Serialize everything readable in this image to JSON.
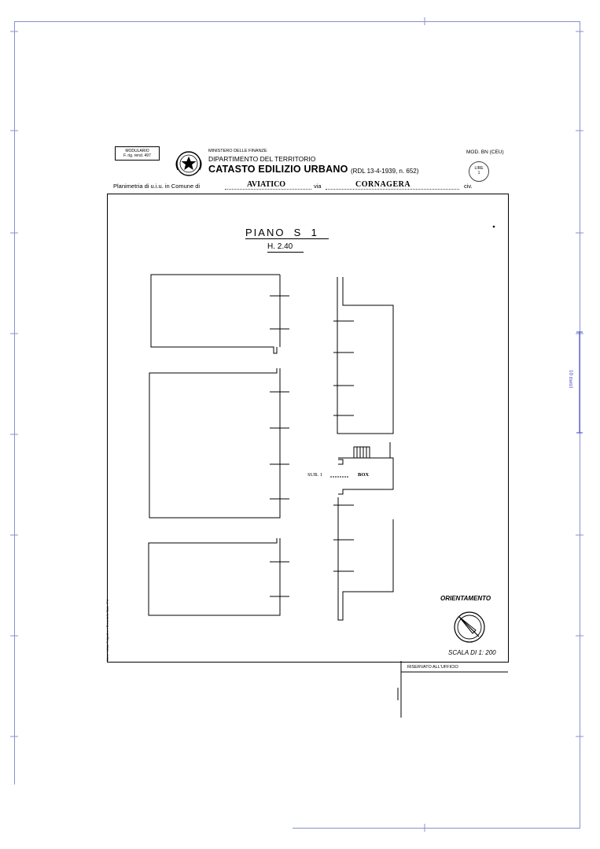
{
  "header": {
    "modulario_line1": "MODULARIO",
    "modulario_line2": "F. rig. rend. 497",
    "ministry": "MINISTERO DELLE FINANZE",
    "department": "DIPARTIMENTO DEL TERRITORIO",
    "catasto": "CATASTO EDILIZIO URBANO",
    "law": "(RDL 13-4-1939, n. 652)",
    "model": "MOD. BN (CEU)",
    "stamp_top": "LIRE",
    "stamp_value": "1"
  },
  "form_line": {
    "prefix": "Planimetria di u.i.u. in Comune di",
    "comune": "AVIATICO",
    "via_label": "via",
    "via": "CORNAGERA",
    "civ_label": "civ."
  },
  "plan": {
    "floor_title": "PIANO  S  1",
    "height": "H. 2.40",
    "sub_label": "SUB. 1",
    "box_label": "BOX"
  },
  "orientation_label": "ORIENTAMENTO",
  "scale_label": "SCALA DI 1: 200",
  "reserved_label": "RISERVATO ALL'UFFICIO",
  "side_note": "Nome: Istituto Poligrafico e Zecca dello Stato - P.V.",
  "scale_bar_label": "10 metri"
}
